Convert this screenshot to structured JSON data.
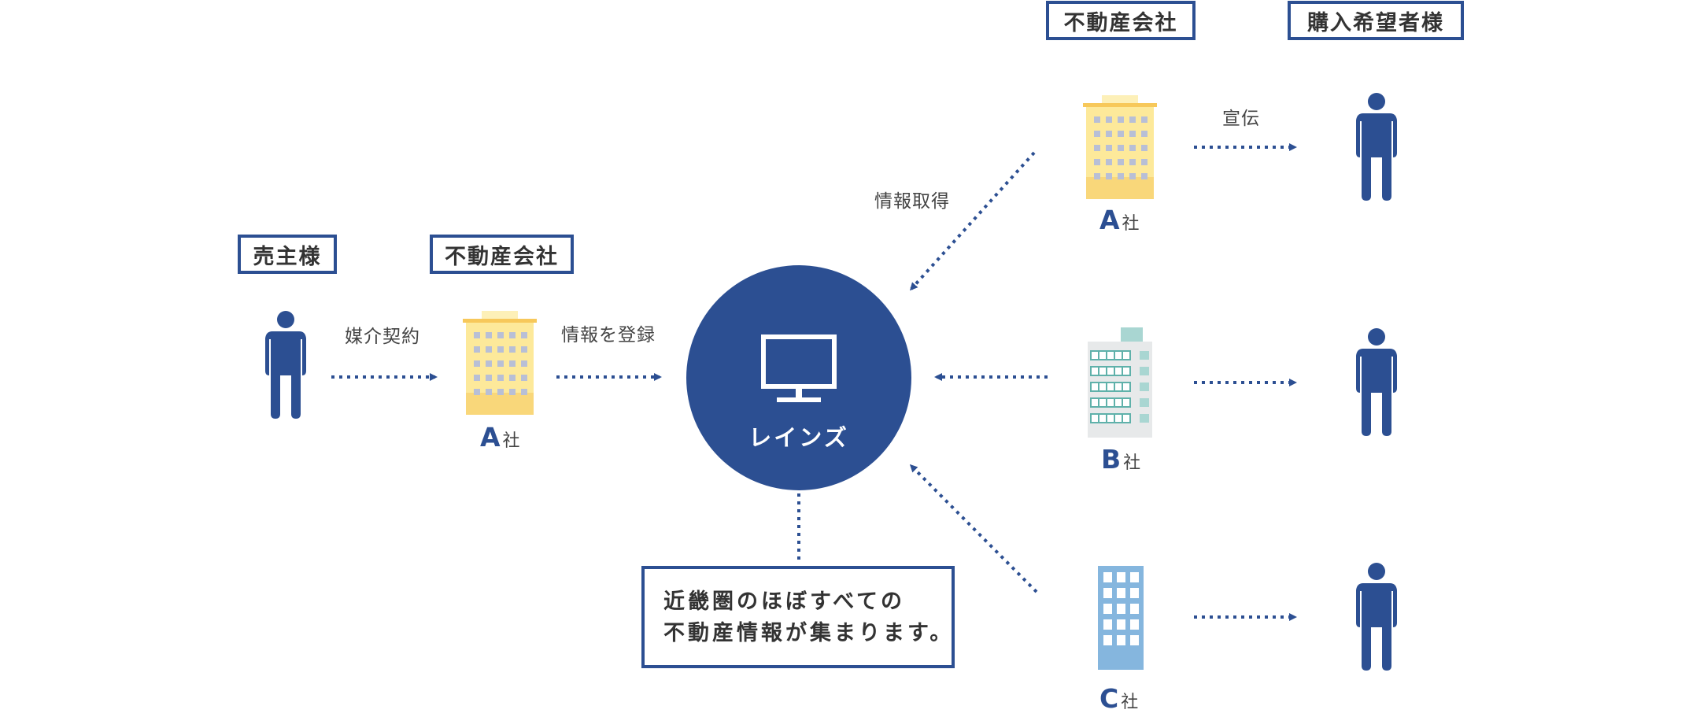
{
  "left": {
    "seller_tag": "売主様",
    "agent_tag": "不動産会社",
    "contract_label": "媒介契約",
    "register_label": "情報を登録",
    "company": {
      "letter": "A",
      "suffix": "社"
    }
  },
  "center": {
    "rains_label": "レインズ",
    "note_line1": "近畿圏のほぼすべての",
    "note_line2": "不動産情報が集まります。"
  },
  "right": {
    "agent_tag": "不動産会社",
    "buyer_tag": "購入希望者様",
    "acquire_label": "情報取得",
    "advertise_label": "宣伝",
    "companies": [
      {
        "letter": "A",
        "suffix": "社"
      },
      {
        "letter": "B",
        "suffix": "社"
      },
      {
        "letter": "C",
        "suffix": "社"
      }
    ]
  },
  "colors": {
    "navy": "#2c4f92",
    "building_yellow": "#fde99a",
    "building_teal": "#a9d6d2",
    "building_blue": "#85b6de"
  },
  "icons": [
    "person-icon",
    "office-building-icon",
    "monitor-icon",
    "dotted-arrow"
  ]
}
